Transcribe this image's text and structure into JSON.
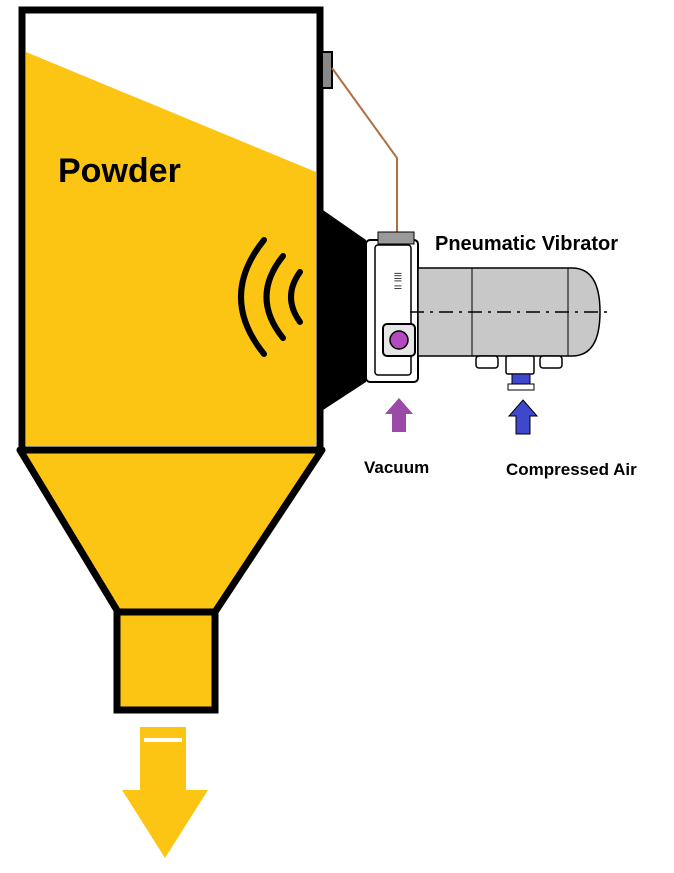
{
  "labels": {
    "powder": "Powder",
    "vibrator": "Pneumatic Vibrator",
    "vacuum": "Vacuum",
    "compressed_air": "Compressed Air"
  },
  "colors": {
    "powder_fill": "#FDC513",
    "outline": "#000000",
    "vibrator_body": "#C8C8C8",
    "vacuum_arrow": "#9B4AA8",
    "air_arrow": "#3F48CC",
    "wire": "#B07040",
    "bolt": "#B44AC0"
  },
  "icons": {
    "vibration": "vibration-waves-icon",
    "vacuum": "arrow-up-icon",
    "air": "arrow-up-icon",
    "outlet": "arrow-down-icon"
  }
}
